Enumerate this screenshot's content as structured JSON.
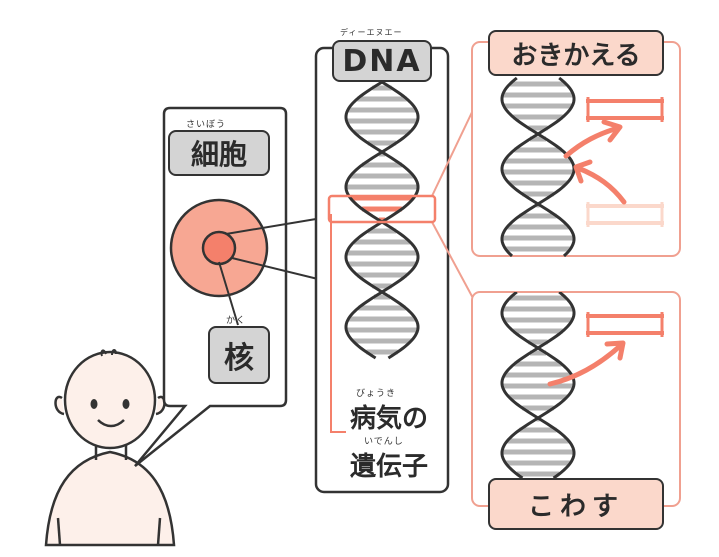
{
  "labels": {
    "cell": {
      "text": "細胞",
      "ruby": "さいぼう"
    },
    "nucleus": {
      "text": "核",
      "ruby": "かく"
    },
    "dna": {
      "text": "DNA",
      "ruby": "ディーエヌエー"
    },
    "disease_gene_line1": {
      "text": "病気の",
      "ruby": "びょうき"
    },
    "disease_gene_line2": {
      "text": "遺伝子",
      "ruby": "いでんし"
    },
    "replace": {
      "text": "おきかえる"
    },
    "destroy": {
      "text": "こわす"
    }
  },
  "colors": {
    "outline": "#333333",
    "label_gray": "#d4d4d4",
    "accent_salmon": "#f4806b",
    "accent_light": "#fbd8cb",
    "panel_border": "#f0a090",
    "dna_rung": "#b5b5b5",
    "skin": "#fdf0ea"
  }
}
